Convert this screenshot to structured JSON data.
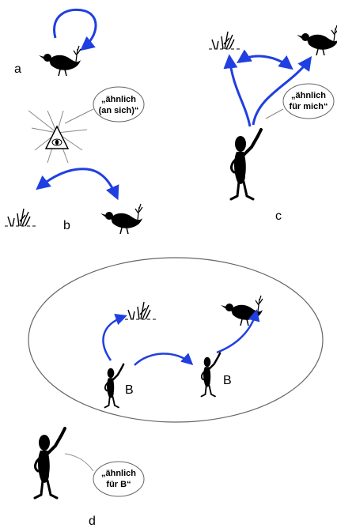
{
  "panels": {
    "a": {
      "label": "a"
    },
    "b": {
      "label": "b",
      "bubble_line1": "„ähnlich",
      "bubble_line2": "(an sich)“"
    },
    "c": {
      "label": "c",
      "bubble_line1": "„ähnlich",
      "bubble_line2": "für mich“"
    },
    "d": {
      "label": "d",
      "bubble_line1": "„ähnlich",
      "bubble_line2": "für B“",
      "person_label_1": "B",
      "person_label_2": "B"
    }
  },
  "colors": {
    "arrow": "#1f3fe0",
    "figure": "#000000",
    "outline": "#555555"
  }
}
